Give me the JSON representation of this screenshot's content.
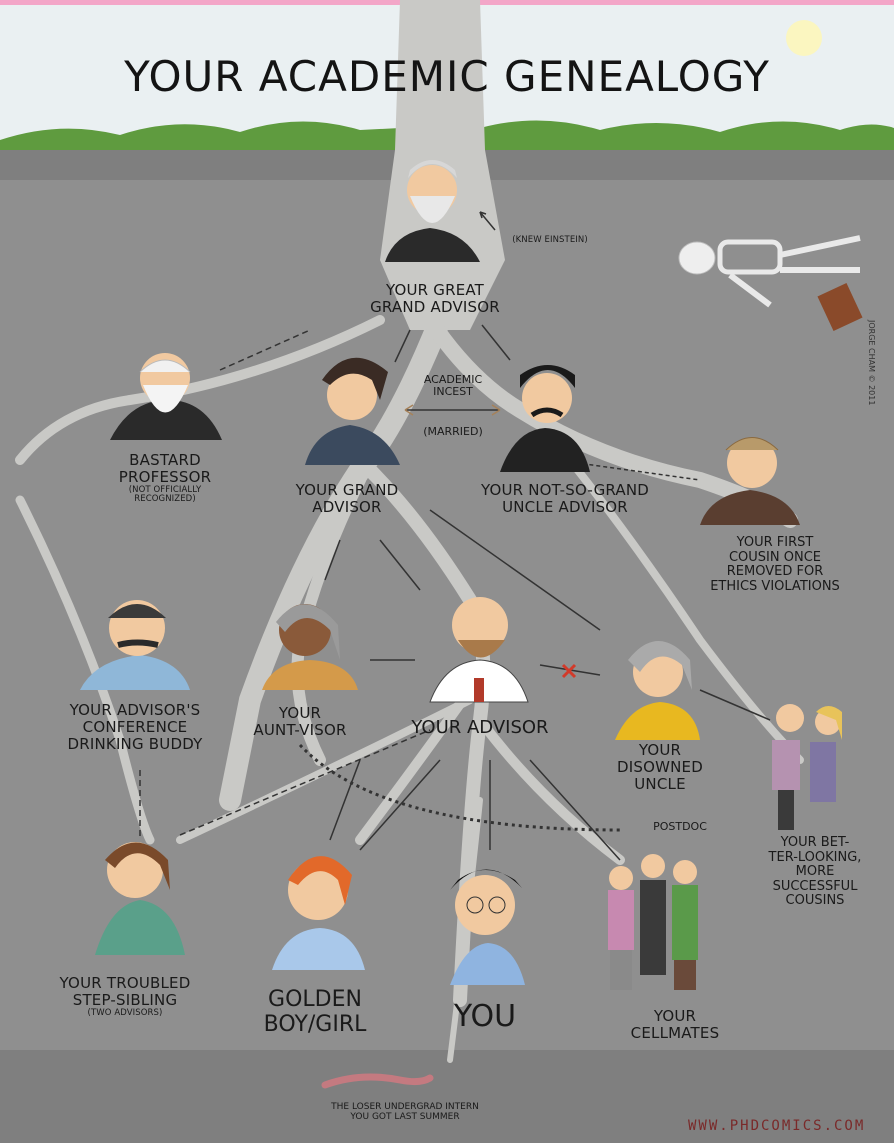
{
  "title": "YOUR ACADEMIC GENEALOGY",
  "signature": "JORGE CHAM © 2011",
  "website": "WWW.PHDCOMICS.COM",
  "people": {
    "great_grand_advisor": {
      "lines": [
        "YOUR GREAT",
        "GRAND ADVISOR"
      ],
      "note": "(KNEW EINSTEIN)"
    },
    "bastard_professor": {
      "lines": [
        "BASTARD",
        "PROFESSOR"
      ],
      "sub": [
        "(NOT OFFICIALLY",
        "RECOGNIZED)"
      ]
    },
    "grand_advisor": {
      "lines": [
        "YOUR GRAND",
        "ADVISOR"
      ]
    },
    "academic_incest": {
      "lines": [
        "ACADEMIC",
        "INCEST"
      ],
      "married": "(MARRIED)"
    },
    "uncle_advisor": {
      "lines": [
        "YOUR NOT-SO-GRAND",
        "UNCLE ADVISOR"
      ]
    },
    "first_cousin": {
      "lines": [
        "YOUR FIRST",
        "COUSIN ONCE",
        "REMOVED FOR",
        "ETHICS VIOLATIONS"
      ]
    },
    "drinking_buddy": {
      "lines": [
        "YOUR ADVISOR'S",
        "CONFERENCE",
        "DRINKING BUDDY"
      ]
    },
    "aunt_visor": {
      "lines": [
        "YOUR",
        "AUNT-VISOR"
      ]
    },
    "advisor": {
      "lines": [
        "YOUR ADVISOR"
      ]
    },
    "disowned_uncle": {
      "lines": [
        "YOUR",
        "DISOWNED",
        "UNCLE"
      ]
    },
    "postdoc": "POSTDOC",
    "cousins": {
      "lines": [
        "YOUR BET-",
        "TER-LOOKING,",
        "MORE",
        "SUCCESSFUL",
        "COUSINS"
      ]
    },
    "step_sibling": {
      "lines": [
        "YOUR TROUBLED",
        "STEP-SIBLING"
      ],
      "sub": "(TWO ADVISORS)"
    },
    "golden": {
      "lines": [
        "GOLDEN",
        "BOY/GIRL"
      ]
    },
    "you": {
      "lines": [
        "YOU"
      ]
    },
    "cellmates": {
      "lines": [
        "YOUR",
        "CELLMATES"
      ]
    },
    "intern": {
      "lines": [
        "THE LOSER UNDERGRAD INTERN",
        "YOU GOT LAST SUMMER"
      ]
    }
  },
  "colors": {
    "sky": "#eaf0f2",
    "soil": "#8f8f8f",
    "root": "#c9c9c6",
    "grass": "#5f9b3f",
    "banner": "#f3a6c8",
    "cross": "#d23a2a"
  }
}
